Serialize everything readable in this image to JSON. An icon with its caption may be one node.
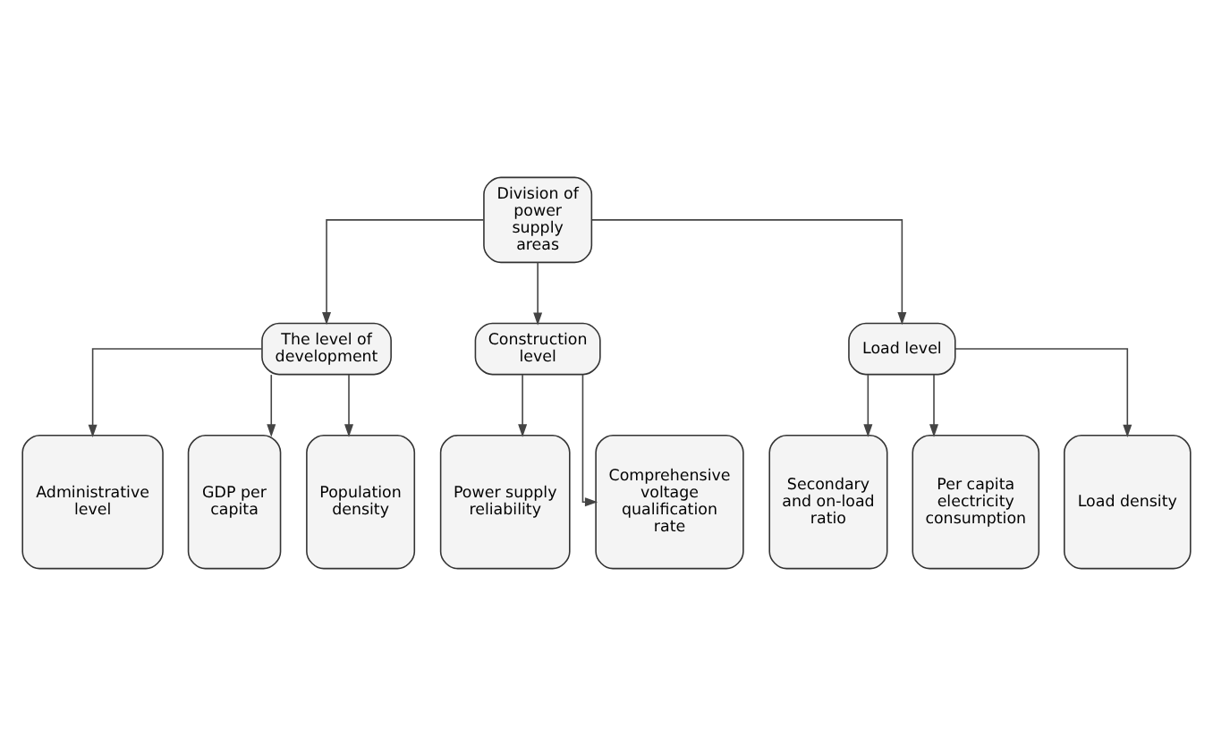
{
  "diagram": {
    "nodes": [
      {
        "text": [
          "Division of power supply areas"
        ]
      },
      {
        "text": [
          "The level of development"
        ]
      },
      {
        "text": [
          "Construction level"
        ]
      },
      {
        "text": [
          "Load level"
        ]
      },
      {
        "text": [
          "Administrative level"
        ]
      },
      {
        "text": [
          "GDP per capita"
        ]
      },
      {
        "text": [
          "Population density"
        ]
      },
      {
        "text": [
          "Power supply reliability"
        ]
      },
      {
        "text": [
          "Comprehensive voltage qualification rate"
        ]
      },
      {
        "text": [
          "Secondary and on-load ratio"
        ]
      },
      {
        "text": [
          "Per capita electricity consumption"
        ]
      },
      {
        "text": [
          "Load density"
        ]
      }
    ],
    "edges": [
      {
        "from": 0,
        "to": 1,
        "arrow": "to"
      },
      {
        "from": 0,
        "to": 2,
        "arrow": "to"
      },
      {
        "from": 0,
        "to": 3,
        "arrow": "to"
      },
      {
        "from": 1,
        "to": 4,
        "arrow": "to"
      },
      {
        "from": 1,
        "to": 5,
        "arrow": "to"
      },
      {
        "from": 1,
        "to": 6,
        "arrow": "to"
      },
      {
        "from": 2,
        "to": 7,
        "arrow": "to"
      },
      {
        "from": 2,
        "to": 8,
        "arrow": "to"
      },
      {
        "from": 3,
        "to": 9,
        "arrow": "to"
      },
      {
        "from": 3,
        "to": 10,
        "arrow": "to"
      },
      {
        "from": 3,
        "to": 11,
        "arrow": "to"
      }
    ]
  }
}
